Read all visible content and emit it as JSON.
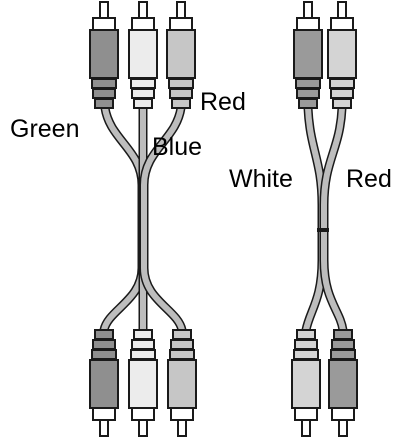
{
  "left_cable": {
    "label_green": "Green",
    "label_blue": "Blue",
    "label_red": "Red"
  },
  "right_cable": {
    "label_white": "White",
    "label_red": "Red"
  },
  "colors": {
    "green_plug": "#8f8f8f",
    "blue_plug": "#ececec",
    "red_plug": "#c6c6c6",
    "white_plug": "#9a9a9a",
    "red_plug_right": "#d4d4d4",
    "cable_sheath": "#bdbdbd",
    "outline": "#1a1a1a"
  }
}
